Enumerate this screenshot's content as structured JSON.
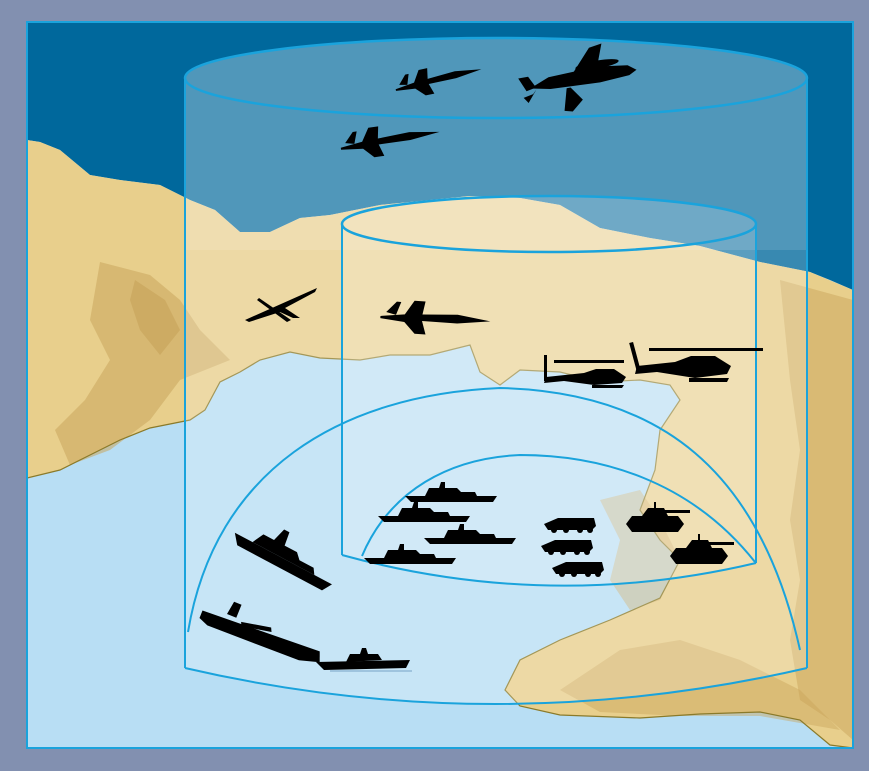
{
  "diagram": {
    "colors": {
      "frame": "#8290b0",
      "sea_dark": "#00689c",
      "sea_light": "#b8def4",
      "land": "#e8cf8c",
      "land_shadow": "#c9a55c",
      "coast_line": "#8a7a2a",
      "zone_line": "#1aa3dc",
      "silhouette": "#000000"
    },
    "zones": [
      {
        "name": "outer-zone-cylinder"
      },
      {
        "name": "inner-zone-cylinder"
      },
      {
        "name": "outer-coverage-dome"
      },
      {
        "name": "inner-coverage-dome"
      }
    ],
    "assets": {
      "air": [
        "fighter-jet",
        "fighter-jet",
        "fighter-jet",
        "awacs-aircraft",
        "drone",
        "attack-helicopter",
        "attack-helicopter"
      ],
      "sea": [
        "destroyer",
        "destroyer",
        "destroyer",
        "destroyer",
        "cruiser",
        "aircraft-carrier",
        "frigate"
      ],
      "land": [
        "missile-launcher",
        "missile-launcher",
        "missile-launcher",
        "tank",
        "tank"
      ]
    }
  }
}
